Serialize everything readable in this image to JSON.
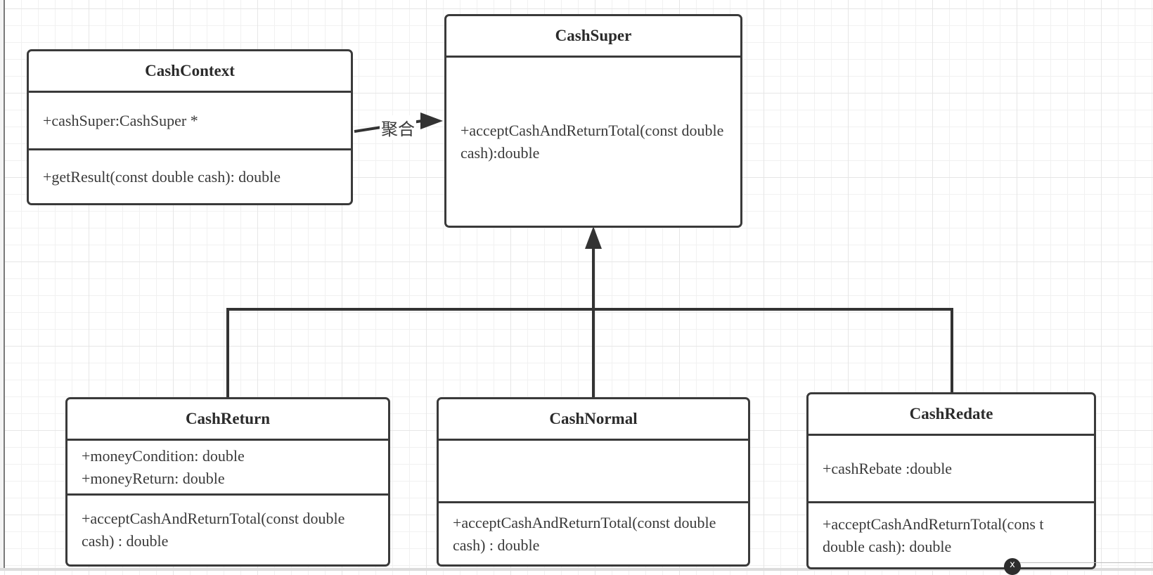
{
  "diagram": {
    "classes": {
      "cash_context": {
        "name": "CashContext",
        "attributes": [
          "+cashSuper:CashSuper *"
        ],
        "operations": [
          "+getResult(const double cash): double"
        ]
      },
      "cash_super": {
        "name": "CashSuper",
        "operations": [
          "+acceptCashAndReturnTotal(const double cash):double"
        ]
      },
      "cash_return": {
        "name": "CashReturn",
        "attributes": [
          "+moneyCondition: double",
          "+moneyReturn: double"
        ],
        "operations": [
          "+acceptCashAndReturnTotal(const double cash) : double"
        ]
      },
      "cash_normal": {
        "name": "CashNormal",
        "operations": [
          "+acceptCashAndReturnTotal(const double cash) : double"
        ]
      },
      "cash_redate": {
        "name": "CashRedate",
        "attributes": [
          "+cashRebate :double"
        ],
        "operations": [
          "+acceptCashAndReturnTotal(cons t double cash): double"
        ]
      }
    },
    "relations": {
      "aggregation_label": "聚合"
    },
    "close_button_label": "x"
  }
}
